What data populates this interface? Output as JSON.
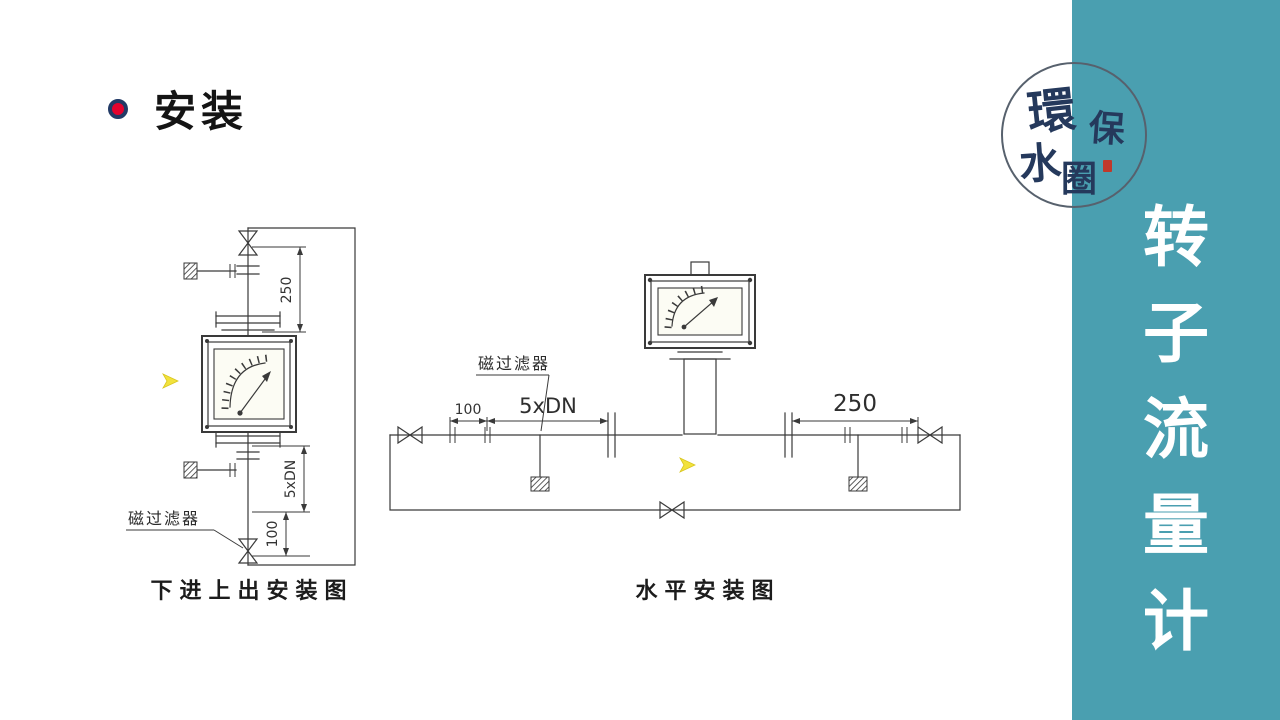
{
  "theme": {
    "accent": "#4a9fb0",
    "bullet_red": "#e4032e",
    "bullet_ring": "#223a66",
    "line": "#3a3a3a"
  },
  "header": {
    "title": "安装"
  },
  "logo": {
    "chars": [
      "環",
      "保",
      "水",
      "圈"
    ]
  },
  "sidebar": {
    "chars": [
      "转",
      "子",
      "流",
      "量",
      "计"
    ]
  },
  "left_diagram": {
    "dim_top": "250",
    "dim_mid": "5xDN",
    "dim_bottom": "100",
    "filter_label": "磁过滤器",
    "caption": "下进上出安装图"
  },
  "right_diagram": {
    "filter_label": "磁过滤器",
    "dim_left": "100",
    "dim_mid": "5xDN",
    "dim_right": "250",
    "caption": "水平安装图"
  }
}
